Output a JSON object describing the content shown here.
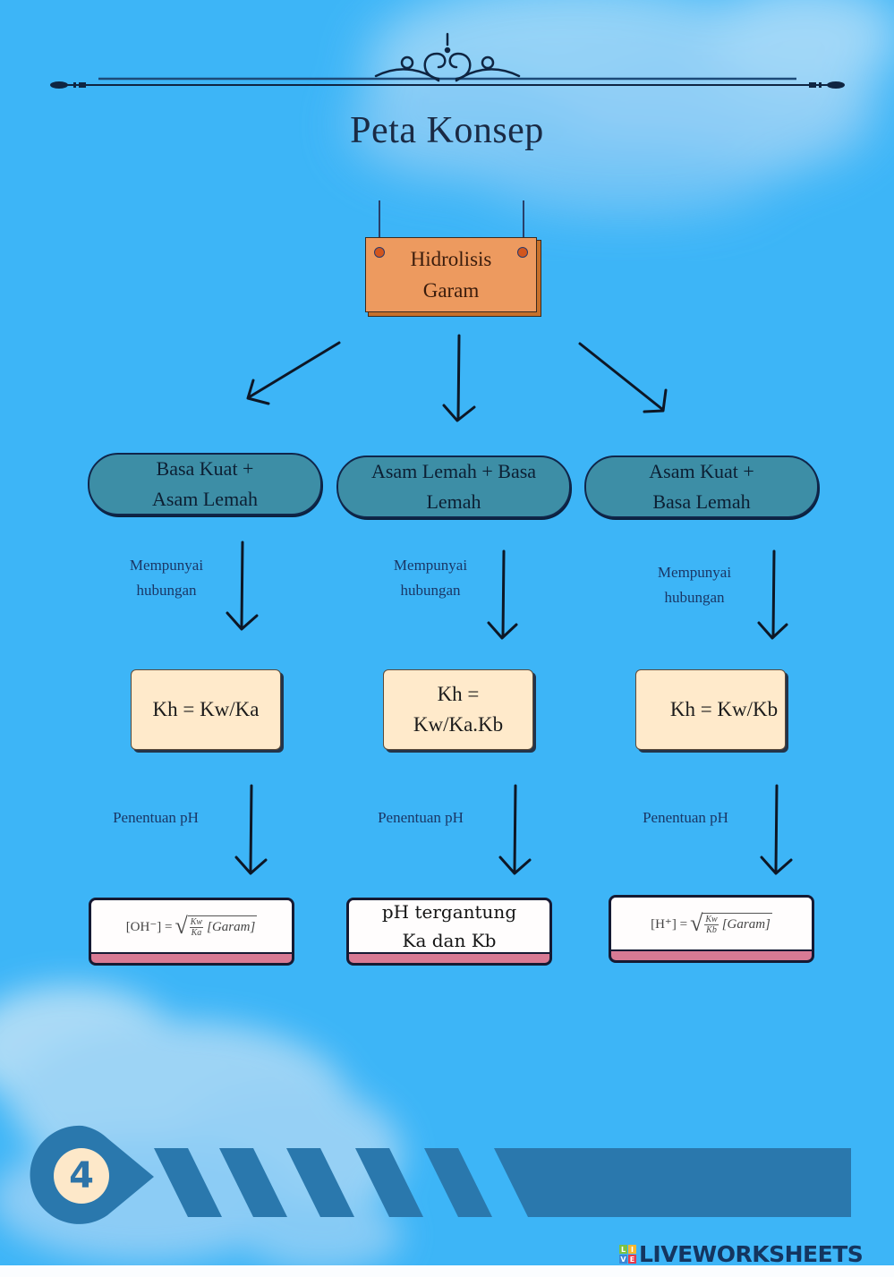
{
  "page": {
    "title": "Peta Konsep",
    "page_number": "4",
    "colors": {
      "background": "#3db5f7",
      "root_box": "#ed9a5f",
      "pill": "#3d8ea6",
      "kh_box": "#ffeacb",
      "ph_box_accent": "#d87a94",
      "footer_band": "#2a78ad"
    }
  },
  "root": {
    "line1": "Hidrolisis",
    "line2": "Garam"
  },
  "branches": [
    {
      "category": {
        "line1": "Basa Kuat +",
        "line2": "Asam Lemah"
      },
      "relation_label": {
        "line1": "Mempunyai",
        "line2": "hubungan"
      },
      "kh": {
        "line1": "Kh = Kw/Ka",
        "line2": ""
      },
      "ph_label": "Penentuan pH",
      "ph_formula": {
        "lhs": "[OH⁻] =",
        "num": "Kw",
        "den": "Ka",
        "rhs": "[Garam]"
      }
    },
    {
      "category": {
        "line1": "Asam Lemah + Basa",
        "line2": "Lemah"
      },
      "relation_label": {
        "line1": "Mempunyai",
        "line2": "hubungan"
      },
      "kh": {
        "line1": "Kh =",
        "line2": "Kw/Ka.Kb"
      },
      "ph_label": "Penentuan pH",
      "ph_text": {
        "line1": "pH tergantung",
        "line2": "Ka dan Kb"
      }
    },
    {
      "category": {
        "line1": "Asam Kuat +",
        "line2": "Basa Lemah"
      },
      "relation_label": {
        "line1": "Mempunyai",
        "line2": "hubungan"
      },
      "kh": {
        "line1": "Kh = Kw/Kb",
        "line2": ""
      },
      "ph_label": "Penentuan pH",
      "ph_formula": {
        "lhs": "[H⁺] =",
        "num": "Kw",
        "den": "Kb",
        "rhs": "[Garam]"
      }
    }
  ],
  "footer": {
    "logo_letters": [
      "L",
      "I",
      "V",
      "E"
    ],
    "logo_text": "LIVEWORKSHEETS"
  }
}
